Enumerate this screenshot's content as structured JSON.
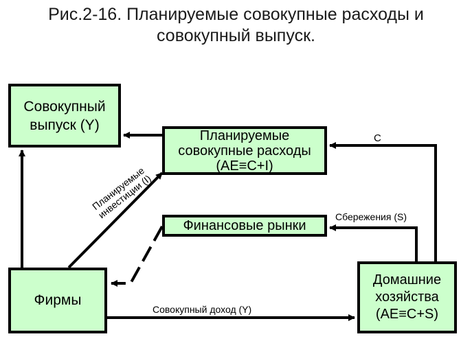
{
  "title": {
    "line1": "Рис.2-16. Планируемые совокупные расходы и",
    "line2": "совокупный выпуск."
  },
  "nodes": {
    "output": {
      "line1": "Совокупный",
      "line2": "выпуск (Y)"
    },
    "planned": {
      "line1": "Планируемые",
      "line2": "совокупные расходы",
      "line3": "(AE≡C+I)"
    },
    "markets": {
      "label": "Финансовые рынки"
    },
    "firms": {
      "label": "Фирмы"
    },
    "households": {
      "line1": "Домашние",
      "line2": "хозяйства",
      "line3": "(AE≡C+S)"
    }
  },
  "edges": {
    "consumption": "С",
    "savings": "Сбережения (S)",
    "income": "Совокупный доход (Y)",
    "investment_line1": "Планируемые",
    "investment_line2": "инвестиции (I)"
  },
  "colors": {
    "box_fill": "#ccffcc",
    "border": "#000000"
  }
}
